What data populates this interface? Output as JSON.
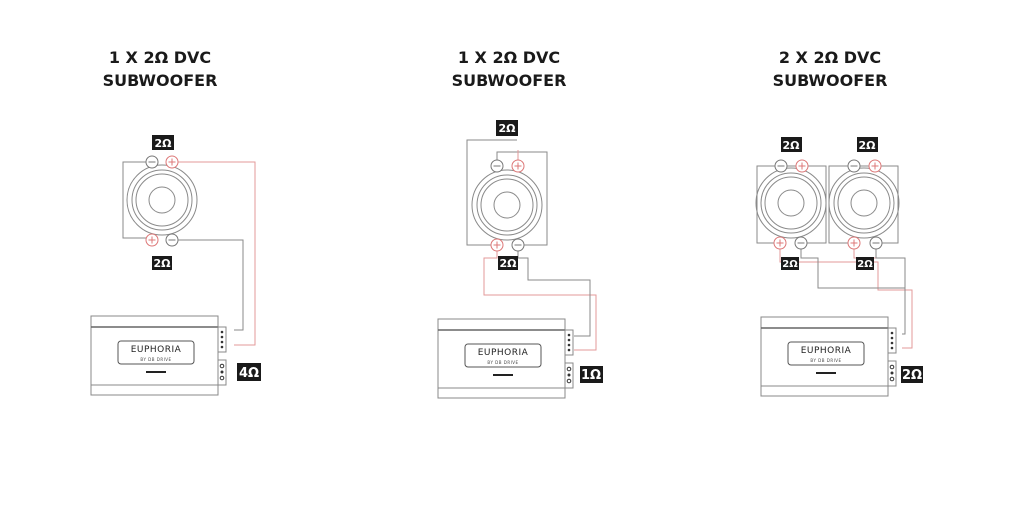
{
  "panels": [
    {
      "title_line1": "1 X 2Ω DVC",
      "title_line2": "SUBWOOFER",
      "coil_top": "2Ω",
      "coil_bottom": "2Ω",
      "final_load": "4Ω"
    },
    {
      "title_line1": "1 X 2Ω DVC",
      "title_line2": "SUBWOOFER",
      "coil_top": "2Ω",
      "coil_bottom": "2Ω",
      "final_load": "1Ω"
    },
    {
      "title_line1": "2 X 2Ω DVC",
      "title_line2": "SUBWOOFER",
      "coil_top_a": "2Ω",
      "coil_top_b": "2Ω",
      "coil_bottom_a": "2Ω",
      "coil_bottom_b": "2Ω",
      "final_load": "2Ω"
    }
  ],
  "amplifier": {
    "brand": "EUPHORIA",
    "sub": "BY DB DRIVE"
  },
  "colors": {
    "positive_wire": "#e39a9a",
    "negative_wire": "#8a8a8a",
    "label_bg": "#1a1a1a"
  }
}
